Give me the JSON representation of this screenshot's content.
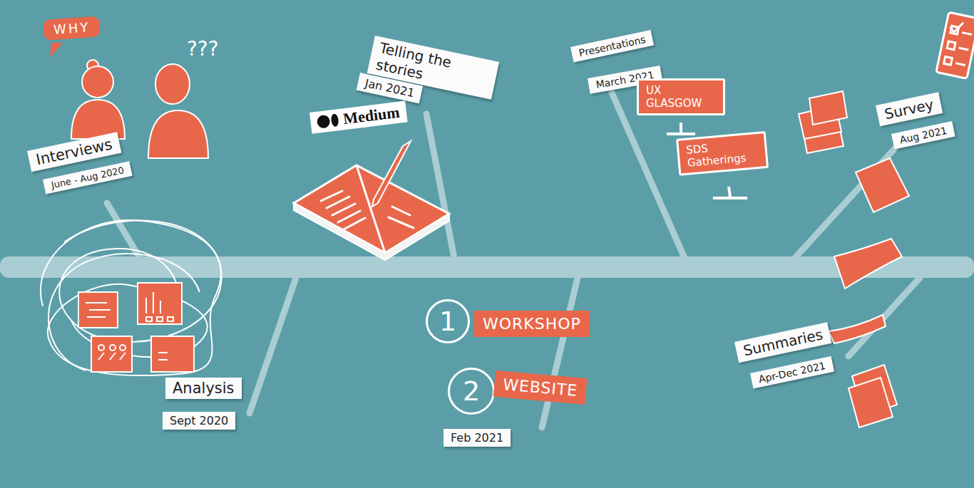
{
  "diagram": {
    "nodes": [
      {
        "text": [
          "WHY"
        ]
      },
      {
        "text": [
          "Interviews"
        ]
      },
      {
        "text": [
          "June - Aug 2020"
        ]
      },
      {
        "text": [
          "Telling the stories"
        ]
      },
      {
        "text": [
          "Jan 2021"
        ]
      },
      {
        "text": [
          "Presentations"
        ]
      },
      {
        "text": [
          "March 2021"
        ]
      },
      {
        "text": [
          "UX GLASGOW"
        ]
      },
      {
        "text": [
          "SDS Gatherings"
        ]
      },
      {
        "text": [
          "Survey"
        ]
      },
      {
        "text": [
          "Aug 2021"
        ]
      },
      {
        "text": [
          "Analysis"
        ]
      },
      {
        "text": [
          "Sept 2020"
        ]
      },
      {
        "text": [
          "1"
        ]
      },
      {
        "text": [
          "WORKSHOP"
        ]
      },
      {
        "text": [
          "2"
        ]
      },
      {
        "text": [
          "WEBSITE"
        ]
      },
      {
        "text": [
          "Feb 2021"
        ]
      },
      {
        "text": [
          "Summaries"
        ]
      },
      {
        "text": [
          "Apr-Dec 2021"
        ]
      }
    ],
    "labels": [
      "???",
      "Medium"
    ]
  }
}
